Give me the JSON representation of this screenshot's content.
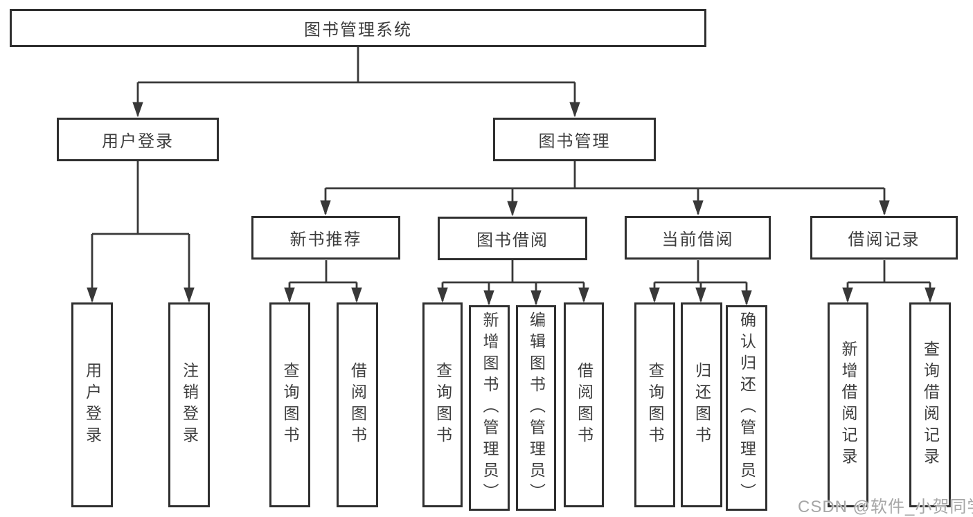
{
  "colors": {
    "background": "#ffffff",
    "line": "#383838",
    "box_border": "#2f2f2f",
    "box_fill": "#ffffff",
    "text": "#3d3d3d",
    "watermark": "#a6a6a6"
  },
  "root": {
    "label": "图书管理系统"
  },
  "user_login": {
    "label": "用户登录",
    "children": {
      "login": "用户登录",
      "logout": "注销登录"
    }
  },
  "book_mgmt": {
    "label": "图书管理"
  },
  "modules": {
    "new_book": {
      "label": "新书推荐",
      "children": {
        "query": "查询图书",
        "borrow": "借阅图书"
      }
    },
    "book_borrow": {
      "label": "图书借阅",
      "children": {
        "query": "查询图书",
        "add": "新增图书（管理员）",
        "edit": "编辑图书（管理员）",
        "borrow": "借阅图书"
      }
    },
    "current_borrow": {
      "label": "当前借阅",
      "children": {
        "query": "查询图书",
        "return": "归还图书",
        "confirm": "确认归还（管理员）"
      }
    },
    "borrow_records": {
      "label": "借阅记录",
      "children": {
        "add": "新增借阅记录",
        "query": "查询借阅记录"
      }
    }
  },
  "watermark": "CSDN @软件_小贺同学"
}
